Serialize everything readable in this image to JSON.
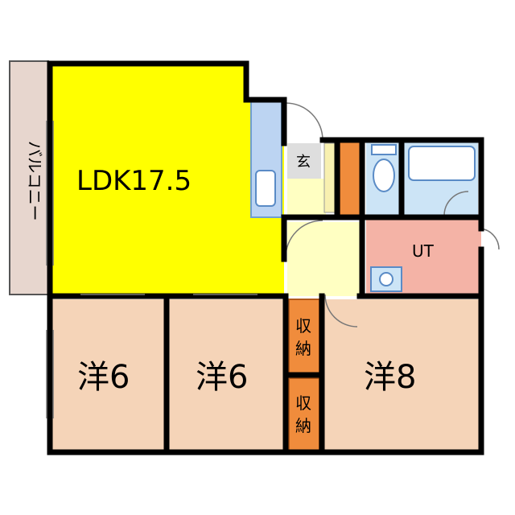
{
  "rooms": {
    "ldk": "LDK17.5",
    "genkan": "玄",
    "ut": "UT",
    "western_left": "洋6",
    "western_mid": "洋6",
    "western_right": "洋8",
    "storage_upper": "収納",
    "storage_lower": "収納",
    "balcony": "バルコニー"
  },
  "colors": {
    "ldk": "#ffff00",
    "western": "#f5d4b8",
    "utility": "#f4b3a6",
    "storage": "#f08c3c",
    "kitchen": "#bcd4f2",
    "bath": "#cce4f6",
    "hall": "#ffffc2",
    "balcony": "#e7d6ce",
    "genkan": "#dedede",
    "wall": "#000000"
  }
}
